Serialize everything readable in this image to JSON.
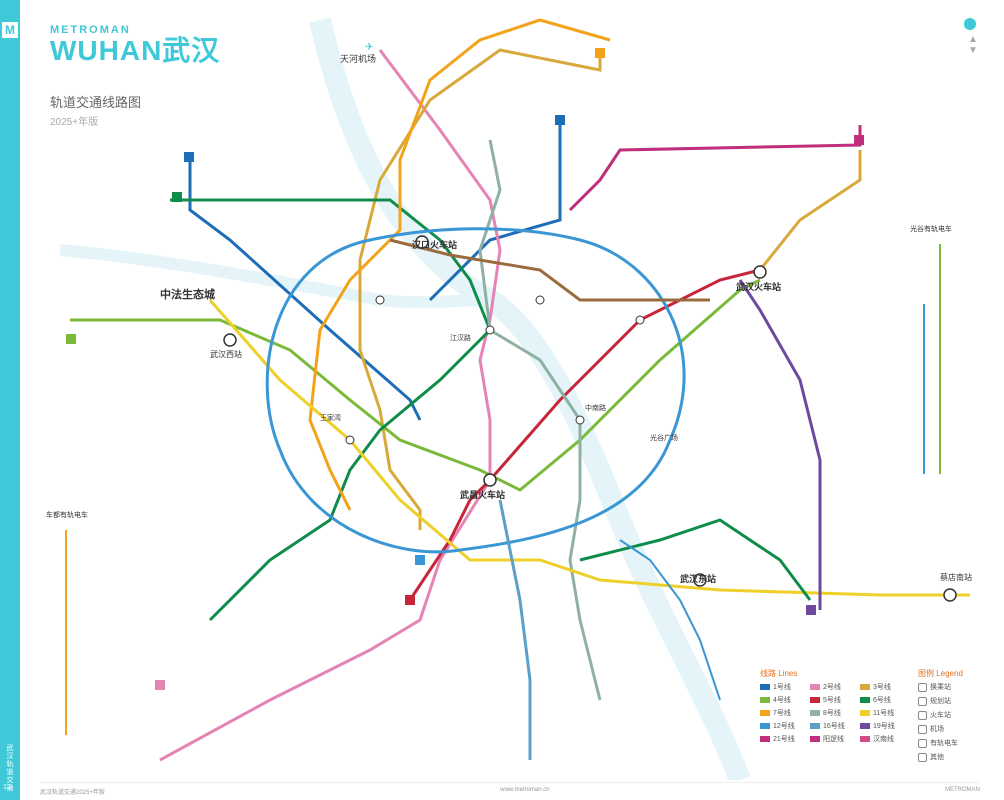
{
  "header": {
    "brand_small": "METROMAN",
    "brand_big": "WUHAN武汉",
    "subtitle": "轨道交通线路图",
    "edition": "2025+年版"
  },
  "side": {
    "vertical_label": "武汉轨道交通",
    "page_number": "12"
  },
  "colors": {
    "line1": "#1e6db7",
    "line2": "#e584b4",
    "line3": "#d8a93a",
    "line4": "#7ab93a",
    "line5": "#c6253a",
    "line6": "#0f8c4a",
    "line7": "#f2a31a",
    "line8": "#8fb1a3",
    "line11": "#efd02a",
    "line12": "#3a96d4",
    "line16": "#5c9fc7",
    "line19": "#6e4a9e",
    "line21": "#bf2f7b",
    "accent": "#3ec8d8"
  },
  "stations": [
    {
      "label": "天河机场"
    },
    {
      "label": "中法生态城"
    },
    {
      "label": "汉口火车站"
    },
    {
      "label": "武汉火车站"
    },
    {
      "label": "武昌火车站"
    },
    {
      "label": "武汉东站"
    },
    {
      "label": "武汉西站"
    },
    {
      "label": "蔡店南站"
    },
    {
      "label": "王家湾"
    },
    {
      "label": "中南路"
    },
    {
      "label": "光谷广场"
    },
    {
      "label": "江汉路"
    }
  ],
  "line_labels": [
    "1",
    "2",
    "3",
    "4",
    "5",
    "6",
    "7",
    "8",
    "11",
    "12",
    "16",
    "19",
    "21"
  ],
  "legend": {
    "title": "线路 Lines",
    "items": [
      {
        "label": "1号线",
        "color": "#1e6db7"
      },
      {
        "label": "2号线",
        "color": "#e584b4"
      },
      {
        "label": "3号线",
        "color": "#d8a93a"
      },
      {
        "label": "4号线",
        "color": "#7ab93a"
      },
      {
        "label": "5号线",
        "color": "#c6253a"
      },
      {
        "label": "6号线",
        "color": "#0f8c4a"
      },
      {
        "label": "7号线",
        "color": "#f2a31a"
      },
      {
        "label": "8号线",
        "color": "#8fb1a3"
      },
      {
        "label": "11号线",
        "color": "#efd02a"
      },
      {
        "label": "12号线",
        "color": "#3a96d4"
      },
      {
        "label": "16号线",
        "color": "#5c9fc7"
      },
      {
        "label": "19号线",
        "color": "#6e4a9e"
      },
      {
        "label": "21号线",
        "color": "#bf2f7b"
      },
      {
        "label": "阳逻线",
        "color": "#bf2f7b"
      },
      {
        "label": "汉南线",
        "color": "#d04d8a"
      }
    ]
  },
  "legend2": {
    "title": "图例 Legend",
    "items": [
      {
        "label": "换乘站"
      },
      {
        "label": "规划站"
      },
      {
        "label": "火车站"
      },
      {
        "label": "机场"
      },
      {
        "label": "有轨电车"
      },
      {
        "label": "其他"
      }
    ]
  },
  "tram_right": {
    "title": "光谷有轨电车"
  },
  "tram_left": {
    "title": "车都有轨电车"
  },
  "footer": {
    "left": "武汉轨道交通2025+年版",
    "mid": "www.metroman.cn",
    "right": "METROMAN"
  }
}
